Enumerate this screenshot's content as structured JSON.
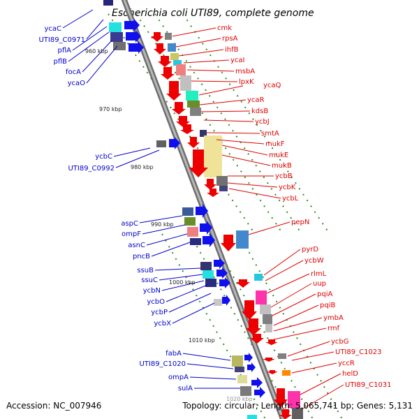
{
  "title": "Escherichia coli UTI89, complete genome",
  "footer": {
    "accession": "Accession: NC_007946",
    "summary": "Topology: circular; Length: 5,065,741 bp; Genes: 5,131"
  },
  "colors": {
    "left_labels": "#0000cc",
    "right_labels": "#e00000",
    "tick": "#2e8b1e",
    "backbone": "#8c8c8c"
  },
  "kbp_marks": [
    "960 kbp",
    "970 kbp",
    "980 kbp",
    "990 kbp",
    "1000 kbp",
    "1010 kbp",
    "1020 kbp"
  ],
  "left_genes": [
    "ycaC",
    "UTI89_C0971",
    "pflA",
    "pflB",
    "focA",
    "ycaO",
    "ycbC",
    "UTI89_C0992",
    "aspC",
    "ompF",
    "asnC",
    "pncB",
    "ssuB",
    "ssuC",
    "ycbN",
    "ycbO",
    "ycbP",
    "ycbX",
    "fabA",
    "UTI89_C1020",
    "ompA",
    "sulA"
  ],
  "right_genes": [
    "cmk",
    "rpsA",
    "ihfB",
    "ycaI",
    "msbA",
    "lpxK",
    "ycaQ",
    "ycaR",
    "kdsB",
    "ycbJ",
    "smtA",
    "mukF",
    "mukE",
    "mukB",
    "ycbB",
    "ycbK",
    "ycbL",
    "pepN",
    "pyrD",
    "ycbW",
    "rlmL",
    "uup",
    "pqiA",
    "pqiB",
    "ymbA",
    "rmf",
    "ycbG",
    "UTI89_C1023",
    "yccR",
    "helD",
    "UTI89_C1031"
  ]
}
